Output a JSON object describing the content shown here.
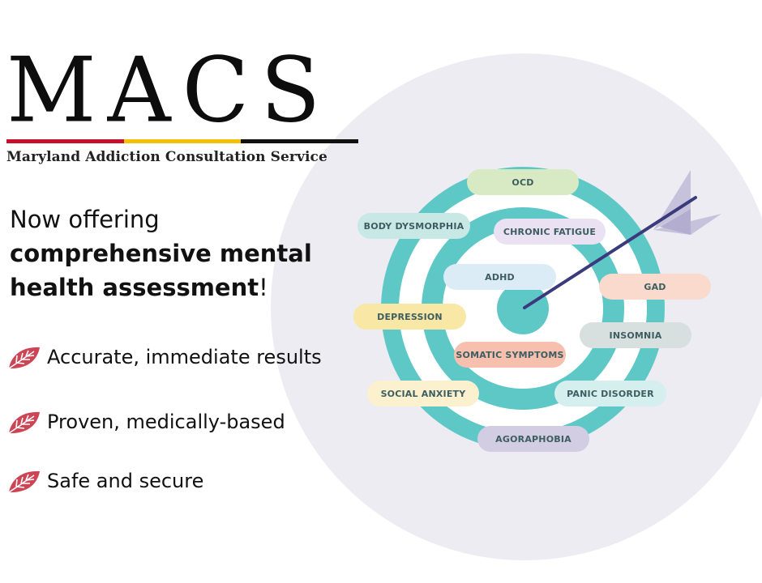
{
  "logo": {
    "title": "MACS",
    "subtitle": "Maryland Addiction Consultation Service",
    "bar_colors": [
      "#c8102e",
      "#f2c200",
      "#111111"
    ]
  },
  "headline": {
    "intro": "Now offering",
    "bold": "comprehensive mental health assessment",
    "end": "!"
  },
  "bullets": [
    {
      "icon": "leaf-icon",
      "text": "Accurate, immediate results"
    },
    {
      "icon": "leaf-icon",
      "text": "Proven, medically-based"
    },
    {
      "icon": "leaf-icon",
      "text": "Safe and secure"
    }
  ],
  "target_labels": {
    "ocd": "OCD",
    "body_dysmorphia": "BODY DYSMORPHIA",
    "chronic_fatigue": "CHRONIC FATIGUE",
    "adhd": "ADHD",
    "gad": "GAD",
    "depression": "DEPRESSION",
    "insomnia": "INSOMNIA",
    "somatic_symptoms": "SOMATIC SYMPTOMS",
    "social_anxiety": "SOCIAL ANXIETY",
    "panic_disorder": "PANIC DISORDER",
    "agoraphobia": "AGORAPHOBIA"
  },
  "colors": {
    "teal": "#5ec8c6",
    "background_circle": "#ececf2",
    "leaf": "#cc4555",
    "arrow": "#3b3a7c",
    "fletching": "#c6c2dc"
  }
}
